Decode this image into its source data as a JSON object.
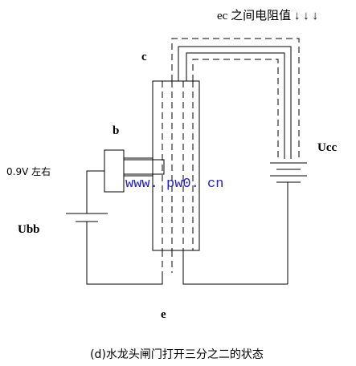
{
  "title": "ec 之间电阻值 ↓ ↓ ↓",
  "caption": "(d)水龙头闸门打开三分之二的状态",
  "watermark": "www. pw0. cn",
  "labels": {
    "c": "c",
    "b": "b",
    "e": "e",
    "ucc": "Ucc",
    "ubb": "Ubb",
    "voltage": "0.9V 左右"
  },
  "colors": {
    "line": "#000000",
    "watermark": "#2020c8",
    "background": "#ffffff"
  }
}
